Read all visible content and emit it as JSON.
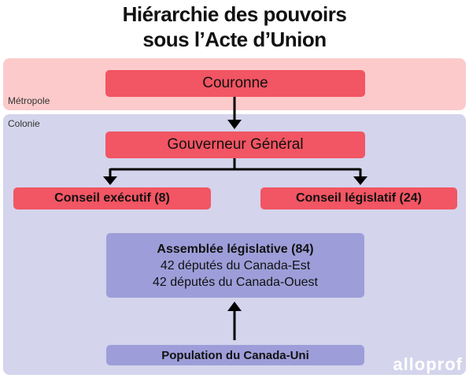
{
  "title": {
    "line1": "Hiérarchie des pouvoirs",
    "line2": "sous l’Acte d’Union"
  },
  "regions": {
    "metropole": "Métropole",
    "colonie": "Colonie"
  },
  "nodes": {
    "couronne": "Couronne",
    "gouverneur": "Gouverneur Général",
    "conseil_executif": "Conseil exécutif (8)",
    "conseil_legislatif": "Conseil législatif (24)",
    "assemblee": {
      "title": "Assemblée législative (84)",
      "line1": "42 députés du Canada-Est",
      "line2": "42 députés du Canada-Ouest"
    },
    "population": "Population du Canada-Uni"
  },
  "logo": "alloprof",
  "colors": {
    "metropole_bg": "#fccaca",
    "colonie_bg": "#d4d4ec",
    "red_box": "#f25563",
    "blue_box": "#9d9ed9"
  }
}
